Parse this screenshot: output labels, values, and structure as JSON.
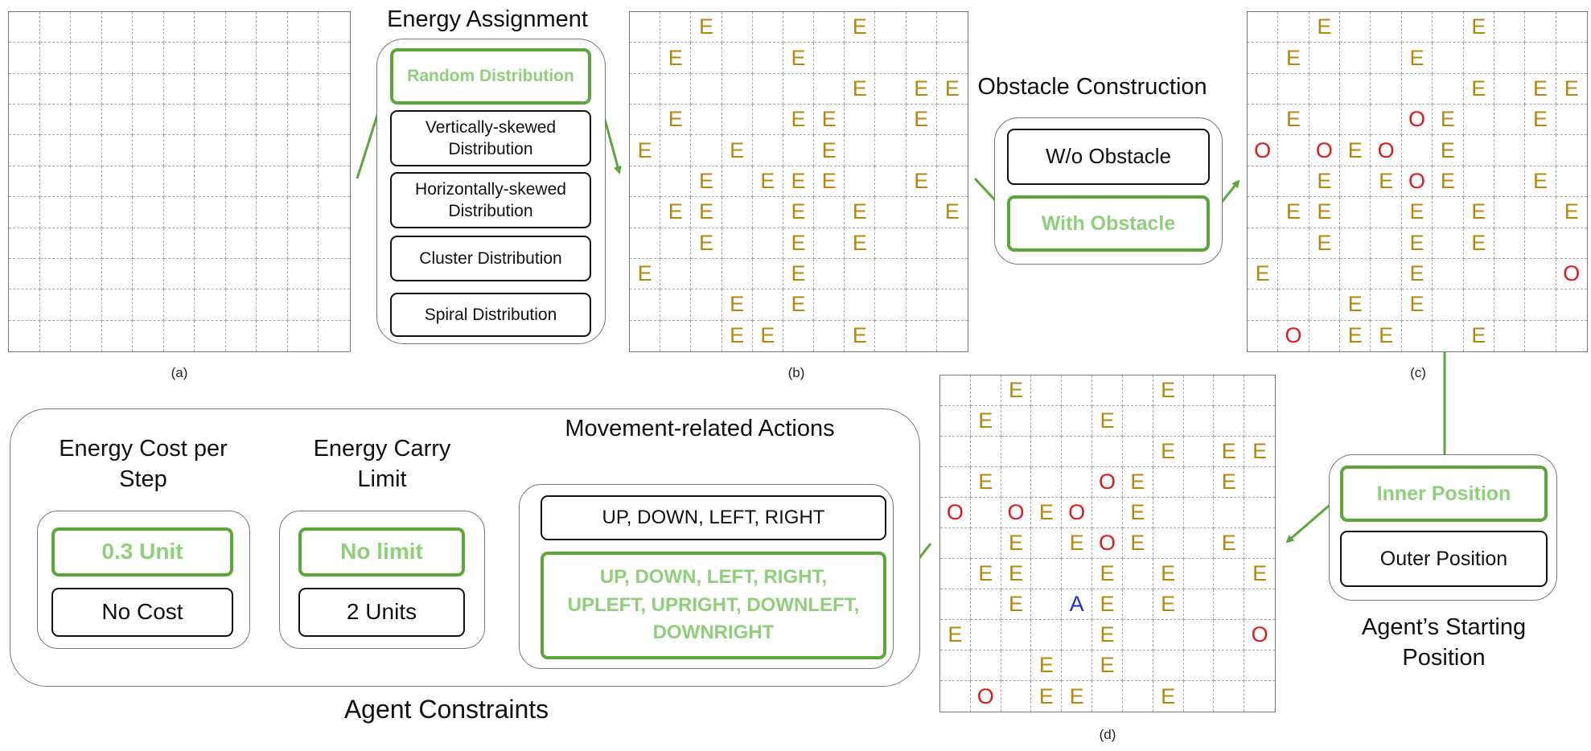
{
  "captions": {
    "a": "(a)",
    "b": "(b)",
    "c": "(c)",
    "d": "(d)"
  },
  "energy_assignment": {
    "title": "Energy Assignment",
    "options": [
      {
        "label": "Random Distribution",
        "selected": true
      },
      {
        "label": "Vertically-skewed Distribution",
        "selected": false
      },
      {
        "label": "Horizontally-skewed Distribution",
        "selected": false
      },
      {
        "label": "Cluster Distribution",
        "selected": false
      },
      {
        "label": "Spiral Distribution",
        "selected": false
      }
    ]
  },
  "obstacle_construction": {
    "title": "Obstacle Construction",
    "options": [
      {
        "label": "W/o Obstacle",
        "selected": false
      },
      {
        "label": "With Obstacle",
        "selected": true
      }
    ]
  },
  "starting_position": {
    "title": "Agent’s Starting Position",
    "options": [
      {
        "label": "Inner Position",
        "selected": true
      },
      {
        "label": "Outer Position",
        "selected": false
      }
    ]
  },
  "agent_constraints": {
    "title": "Agent Constraints",
    "energy_cost": {
      "title": "Energy Cost per Step",
      "options": [
        {
          "label": "0.3 Unit",
          "selected": true
        },
        {
          "label": "No Cost",
          "selected": false
        }
      ]
    },
    "carry_limit": {
      "title": "Energy Carry Limit",
      "options": [
        {
          "label": "No limit",
          "selected": true
        },
        {
          "label": "2 Units",
          "selected": false
        }
      ]
    },
    "movement": {
      "title": "Movement-related Actions",
      "options": [
        {
          "label": "UP, DOWN, LEFT, RIGHT",
          "selected": false
        },
        {
          "label": "UP, DOWN, LEFT, RIGHT, UPLEFT, UPRIGHT, DOWNLEFT, DOWNRIGHT",
          "selected": true
        }
      ]
    }
  },
  "grids": {
    "size": 11,
    "a": [],
    "b": [
      [
        0,
        2,
        "E"
      ],
      [
        0,
        7,
        "E"
      ],
      [
        1,
        1,
        "E"
      ],
      [
        1,
        5,
        "E"
      ],
      [
        2,
        7,
        "E"
      ],
      [
        2,
        9,
        "E"
      ],
      [
        2,
        10,
        "E"
      ],
      [
        3,
        1,
        "E"
      ],
      [
        3,
        5,
        "E"
      ],
      [
        3,
        6,
        "E"
      ],
      [
        3,
        9,
        "E"
      ],
      [
        4,
        0,
        "E"
      ],
      [
        4,
        3,
        "E"
      ],
      [
        4,
        6,
        "E"
      ],
      [
        5,
        2,
        "E"
      ],
      [
        5,
        4,
        "E"
      ],
      [
        5,
        5,
        "E"
      ],
      [
        5,
        6,
        "E"
      ],
      [
        5,
        9,
        "E"
      ],
      [
        6,
        1,
        "E"
      ],
      [
        6,
        2,
        "E"
      ],
      [
        6,
        5,
        "E"
      ],
      [
        6,
        7,
        "E"
      ],
      [
        6,
        10,
        "E"
      ],
      [
        7,
        2,
        "E"
      ],
      [
        7,
        5,
        "E"
      ],
      [
        7,
        7,
        "E"
      ],
      [
        8,
        0,
        "E"
      ],
      [
        8,
        5,
        "E"
      ],
      [
        9,
        3,
        "E"
      ],
      [
        9,
        5,
        "E"
      ],
      [
        10,
        3,
        "E"
      ],
      [
        10,
        4,
        "E"
      ],
      [
        10,
        7,
        "E"
      ]
    ],
    "c": [
      [
        0,
        2,
        "E"
      ],
      [
        0,
        7,
        "E"
      ],
      [
        1,
        1,
        "E"
      ],
      [
        1,
        5,
        "E"
      ],
      [
        2,
        7,
        "E"
      ],
      [
        2,
        9,
        "E"
      ],
      [
        2,
        10,
        "E"
      ],
      [
        3,
        1,
        "E"
      ],
      [
        3,
        5,
        "O"
      ],
      [
        3,
        6,
        "E"
      ],
      [
        3,
        9,
        "E"
      ],
      [
        4,
        0,
        "O"
      ],
      [
        4,
        2,
        "O"
      ],
      [
        4,
        3,
        "E"
      ],
      [
        4,
        4,
        "O"
      ],
      [
        4,
        6,
        "E"
      ],
      [
        5,
        2,
        "E"
      ],
      [
        5,
        4,
        "E"
      ],
      [
        5,
        5,
        "O"
      ],
      [
        5,
        6,
        "E"
      ],
      [
        5,
        9,
        "E"
      ],
      [
        6,
        1,
        "E"
      ],
      [
        6,
        2,
        "E"
      ],
      [
        6,
        5,
        "E"
      ],
      [
        6,
        7,
        "E"
      ],
      [
        6,
        10,
        "E"
      ],
      [
        7,
        2,
        "E"
      ],
      [
        7,
        5,
        "E"
      ],
      [
        7,
        7,
        "E"
      ],
      [
        8,
        0,
        "E"
      ],
      [
        8,
        5,
        "E"
      ],
      [
        8,
        10,
        "O"
      ],
      [
        9,
        3,
        "E"
      ],
      [
        9,
        5,
        "E"
      ],
      [
        10,
        1,
        "O"
      ],
      [
        10,
        3,
        "E"
      ],
      [
        10,
        4,
        "E"
      ],
      [
        10,
        7,
        "E"
      ]
    ],
    "d": [
      [
        0,
        2,
        "E"
      ],
      [
        0,
        7,
        "E"
      ],
      [
        1,
        1,
        "E"
      ],
      [
        1,
        5,
        "E"
      ],
      [
        2,
        7,
        "E"
      ],
      [
        2,
        9,
        "E"
      ],
      [
        2,
        10,
        "E"
      ],
      [
        3,
        1,
        "E"
      ],
      [
        3,
        5,
        "O"
      ],
      [
        3,
        6,
        "E"
      ],
      [
        3,
        9,
        "E"
      ],
      [
        4,
        0,
        "O"
      ],
      [
        4,
        2,
        "O"
      ],
      [
        4,
        3,
        "E"
      ],
      [
        4,
        4,
        "O"
      ],
      [
        4,
        6,
        "E"
      ],
      [
        5,
        2,
        "E"
      ],
      [
        5,
        4,
        "E"
      ],
      [
        5,
        5,
        "O"
      ],
      [
        5,
        6,
        "E"
      ],
      [
        5,
        9,
        "E"
      ],
      [
        6,
        1,
        "E"
      ],
      [
        6,
        2,
        "E"
      ],
      [
        6,
        5,
        "E"
      ],
      [
        6,
        7,
        "E"
      ],
      [
        6,
        10,
        "E"
      ],
      [
        7,
        2,
        "E"
      ],
      [
        7,
        4,
        "A"
      ],
      [
        7,
        5,
        "E"
      ],
      [
        7,
        7,
        "E"
      ],
      [
        8,
        0,
        "E"
      ],
      [
        8,
        5,
        "E"
      ],
      [
        8,
        10,
        "O"
      ],
      [
        9,
        3,
        "E"
      ],
      [
        9,
        5,
        "E"
      ],
      [
        10,
        1,
        "O"
      ],
      [
        10,
        3,
        "E"
      ],
      [
        10,
        4,
        "E"
      ],
      [
        10,
        7,
        "E"
      ]
    ]
  },
  "colors": {
    "energy": "#b8860b",
    "obstacle": "#e0191b",
    "agent": "#1a2cd6",
    "selected_border": "#5aa83a",
    "selected_text": "#8ed07a",
    "arrow": "#5aa83a"
  }
}
